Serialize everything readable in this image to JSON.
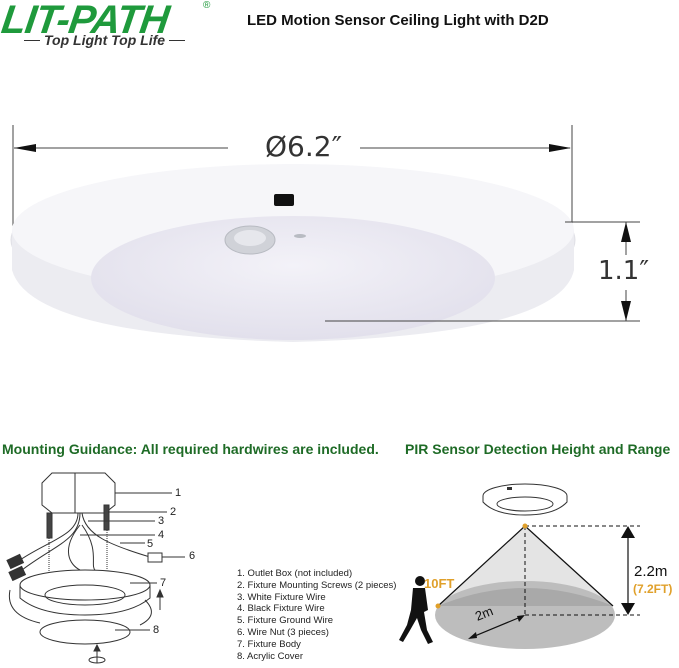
{
  "brand": {
    "logo": "LIT-PATH",
    "registered": "®",
    "tagline": "Top Light Top Life",
    "color": "#1f9a3c"
  },
  "header": {
    "title": "LED Motion Sensor Ceiling Light with D2D"
  },
  "product_dimensions": {
    "diameter": "Ø6.2″",
    "height": "1.1″"
  },
  "mounting": {
    "heading": "Mounting Guidance: All required hardwires are included.",
    "callouts": [
      "1",
      "2",
      "3",
      "4",
      "5",
      "6",
      "7",
      "8"
    ],
    "legend": [
      "1.  Outlet Box (not included)",
      "2.  Fixture Mounting Screws (2 pieces)",
      "3.  White Fixture Wire",
      "4.  Black Fixture Wire",
      "5.  Fixture Ground Wire",
      "6.  Wire Nut (3 pieces)",
      "7.  Fixture Body",
      "8.  Acrylic Cover"
    ]
  },
  "pir": {
    "heading": "PIR Sensor Detection Height and Range",
    "range_ft": "10FT",
    "radius": "2m",
    "height_m": "2.2m",
    "height_ft": "(7.2FT)",
    "accent_color": "#e0a02a"
  }
}
